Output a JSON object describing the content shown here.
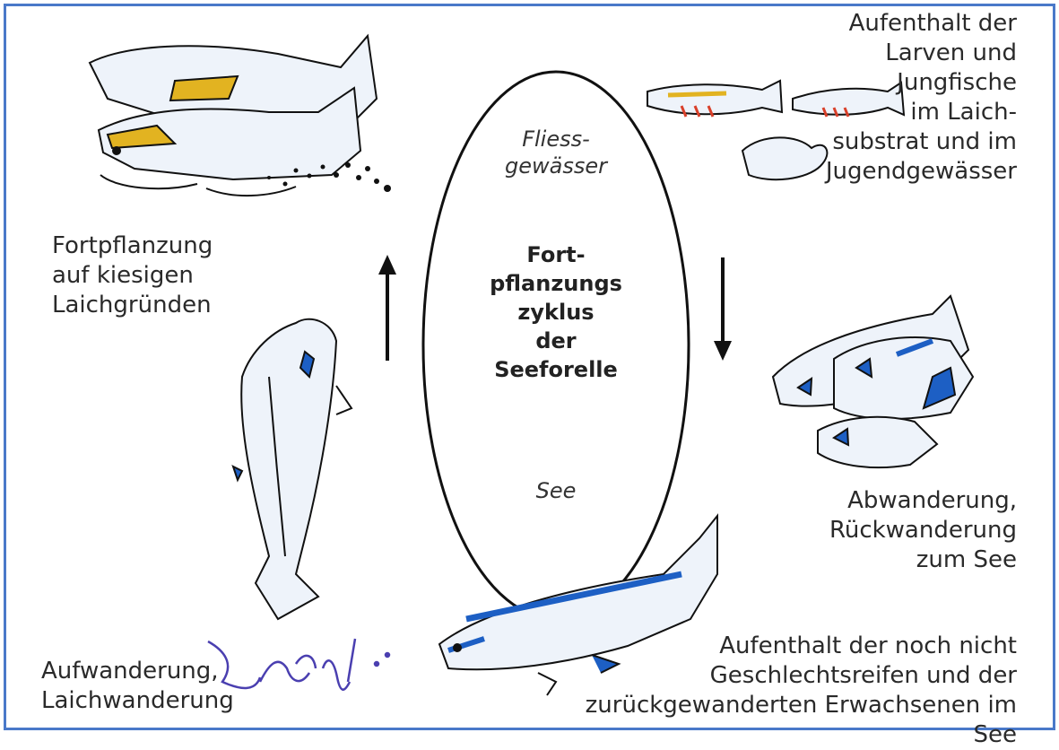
{
  "center": {
    "top_label": "Fliess-\ngewässer",
    "title": "Fort-\npflanzungs\nzyklus\nder\nSeeforelle",
    "bottom_label": "See"
  },
  "stages": {
    "spawning": "Fortpflanzung\nauf kiesigen\nLaichgründen",
    "larvae": "Aufenthalt der\nLarven und\nJungfische\nim Laich-\nsubstrat und im\nJugendgewässer",
    "downstream": "Abwanderung,\nRückwanderung\nzum See",
    "lake": "Aufenthalt der noch nicht\nGeschlechtsreifen und der\nzurückgewanderten Erwachsenen im See",
    "upstream": "Aufwanderung,\nLaichwanderung"
  },
  "colors": {
    "frame": "#4a79c9",
    "accent_yellow": "#e2b321",
    "accent_blue": "#1d5fc4",
    "accent_red": "#d9402a",
    "weed": "#4a3fb0"
  }
}
